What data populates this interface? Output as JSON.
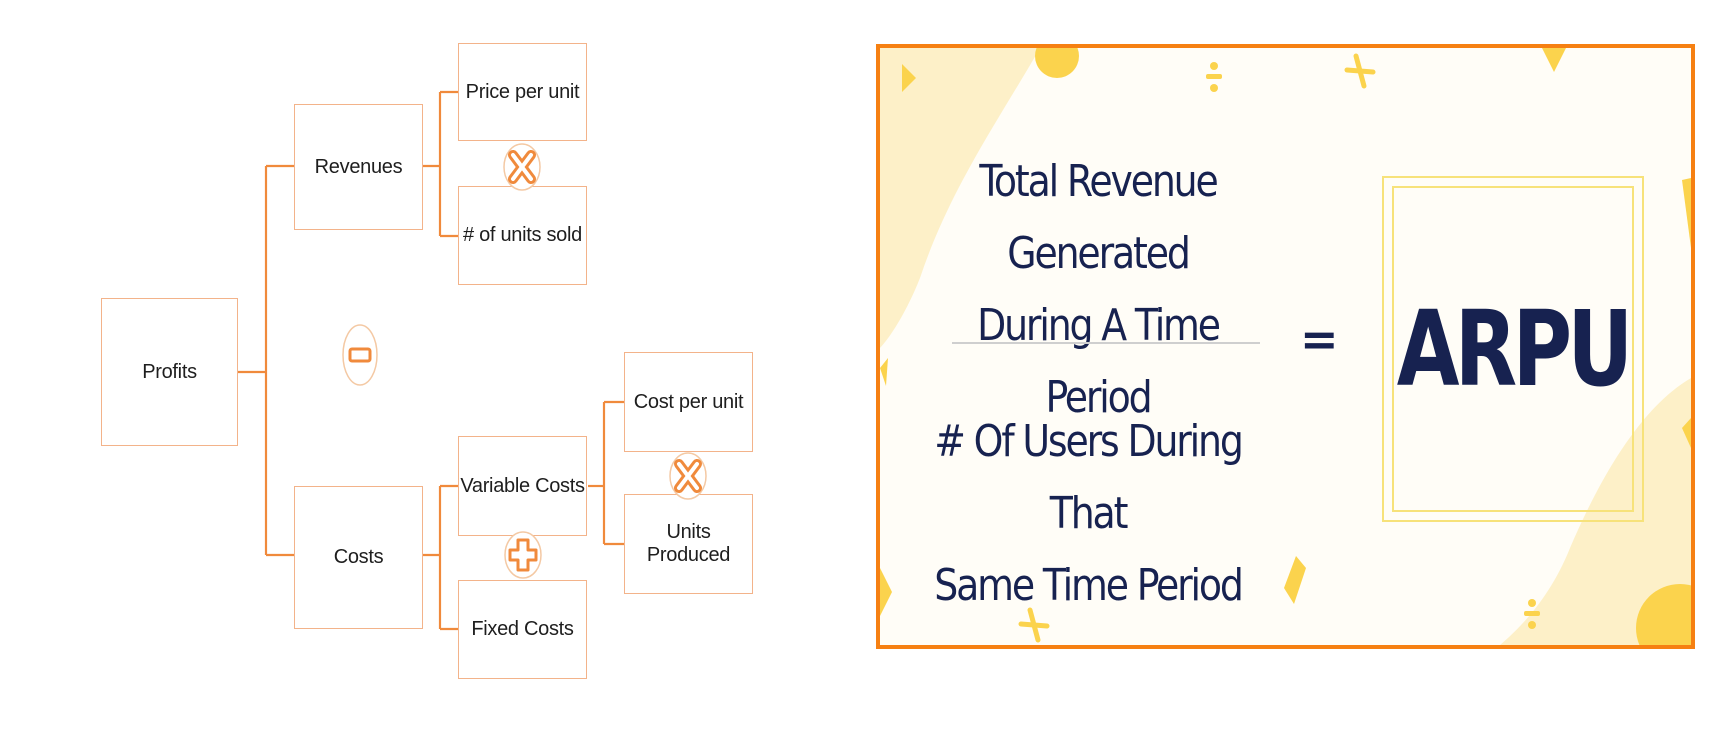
{
  "profit_tree": {
    "root": "Profits",
    "revenues": "Revenues",
    "price_per_unit": "Price per unit",
    "units_sold": "# of units sold",
    "costs": "Costs",
    "variable_costs": "Variable Costs",
    "fixed_costs": "Fixed Costs",
    "cost_per_unit": "Cost per unit",
    "units_produced": "Units Produced",
    "operators": {
      "revenue_product": "multiply-icon",
      "profit_difference": "minus-icon",
      "cost_sum": "plus-icon",
      "variable_product": "multiply-icon"
    }
  },
  "arpu_formula": {
    "numerator_line1": "Total Revenue Generated",
    "numerator_line2": "During A Time Period",
    "denominator_line1": "# Of Users During That",
    "denominator_line2": "Same Time Period",
    "equals": "=",
    "result": "ARPU"
  },
  "colors": {
    "tree_line": "#f08a3c",
    "node_border": "#f3b38a",
    "card_border": "#f68012",
    "formula_text": "#172250",
    "deco_yellow": "#fbd34d",
    "deco_light": "#fdf0c8"
  }
}
